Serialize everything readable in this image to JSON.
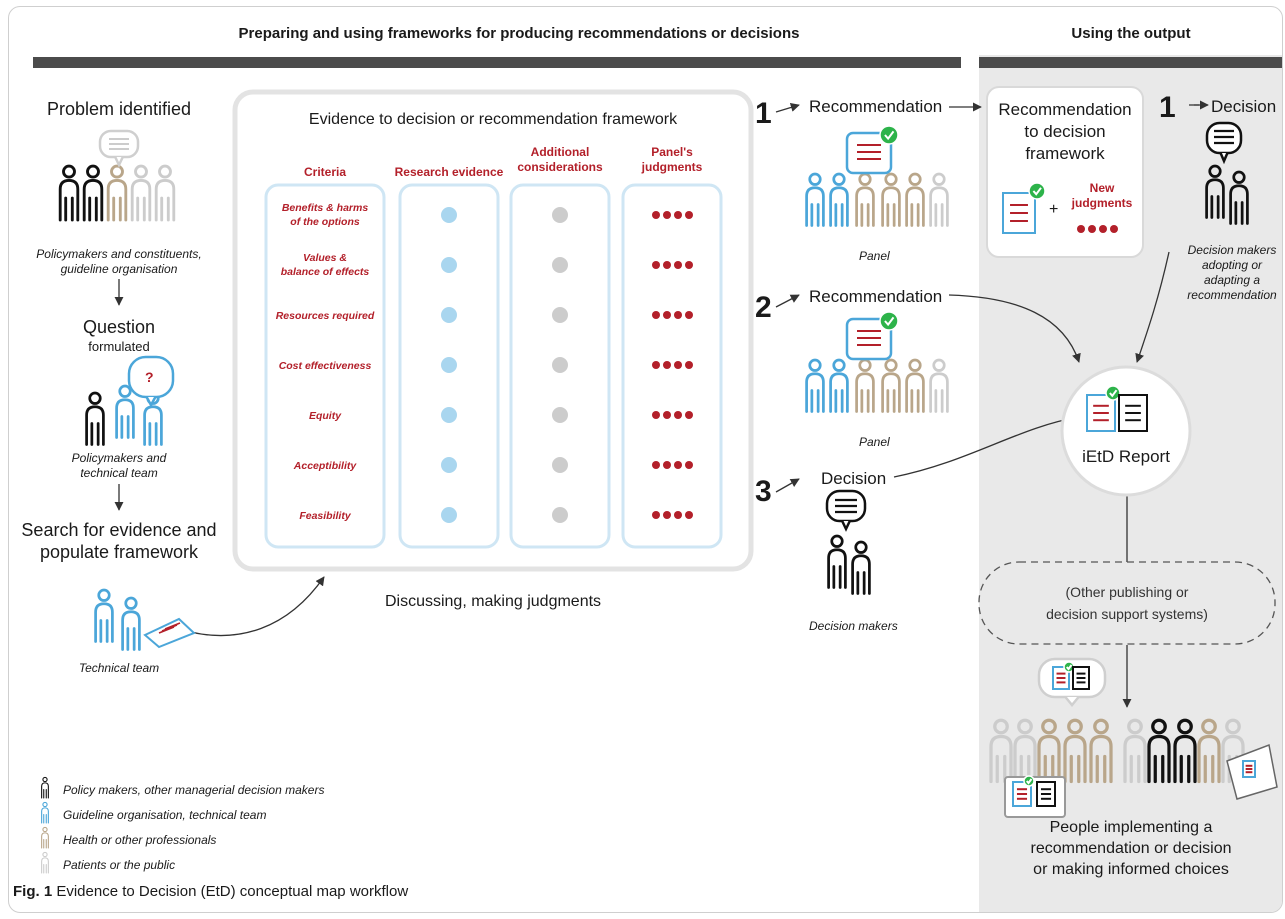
{
  "header": {
    "left_title": "Preparing and using frameworks for producing recommendations or decisions",
    "right_title": "Using the output"
  },
  "left_flow": {
    "problem": "Problem identified",
    "policymakers_caption": "Policymakers and constituents,\nguideline organisation",
    "question": "Question",
    "formulated": "formulated",
    "policy_tech_caption": "Policymakers and\ntechnical team",
    "search": "Search for evidence and\npopulate framework",
    "technical_team": "Technical team"
  },
  "framework": {
    "title": "Evidence to decision or recommendation framework",
    "columns": [
      "Criteria",
      "Research evidence",
      "Additional\nconsiderations",
      "Panel's\njudgments"
    ],
    "criteria": [
      "Benefits & harms\nof the options",
      "Values &\nbalance of effects",
      "Resources required",
      "Cost effectiveness",
      "Equity",
      "Acceptibility",
      "Feasibility"
    ],
    "footer": "Discussing, making judgments"
  },
  "paths": {
    "n1": "1",
    "n2": "2",
    "n3": "3",
    "recommendation": "Recommendation",
    "decision": "Decision",
    "panel": "Panel",
    "decision_makers": "Decision makers"
  },
  "output": {
    "rec_box_title": "Recommendation\nto decision\nframework",
    "plus": "+",
    "new_judgments": "New\njudgments",
    "n1_right": "1",
    "decision_right": "Decision",
    "adopting_caption": "Decision makers\nadopting or\nadapting a\nrecommendation",
    "report": "iEtD Report",
    "other_systems": "(Other publishing or\ndecision support systems)",
    "people_implementing": "People implementing a\nrecommendation or decision\nor making informed choices"
  },
  "legend": [
    {
      "label": "Policy makers, other managerial decision makers",
      "color": "#111111"
    },
    {
      "label": "Guideline organisation, technical team",
      "color": "#4ba6d9"
    },
    {
      "label": "Health or other professionals",
      "color": "#b9a68a"
    },
    {
      "label": "Patients or the public",
      "color": "#cccccc"
    }
  ],
  "caption": {
    "label": "Fig. 1",
    "text": " Evidence to Decision (EtD) conceptual map workflow"
  },
  "colors": {
    "black": "#111111",
    "blue": "#4ba6d9",
    "tan": "#b9a68a",
    "grey": "#cccccc",
    "red": "#b3202a",
    "green": "#2db34a"
  }
}
